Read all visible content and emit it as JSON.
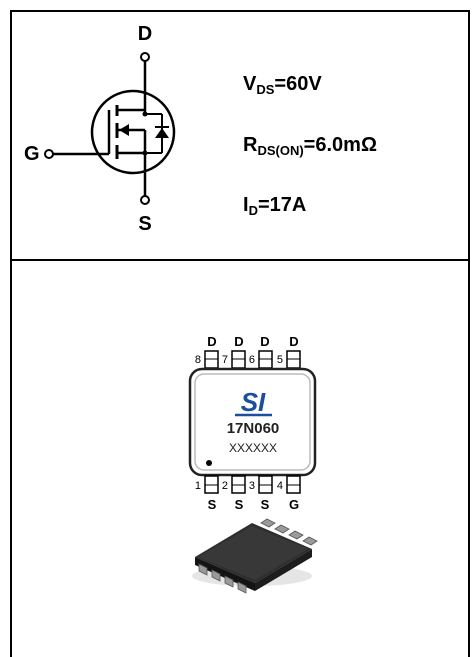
{
  "symbol": {
    "drain_label": "D",
    "gate_label": "G",
    "source_label": "S"
  },
  "specs": {
    "vds": {
      "name": "V",
      "sub": "DS",
      "value": "=60V"
    },
    "rds": {
      "name": "R",
      "sub": "DS(ON)",
      "value": "=6.0mΩ"
    },
    "id": {
      "name": "I",
      "sub": "D",
      "value": "=17A"
    }
  },
  "package": {
    "logo": "SI",
    "part_number": "17N060",
    "lot_code": "XXXXXX",
    "top_pins": [
      {
        "number": "8",
        "label": "D"
      },
      {
        "number": "7",
        "label": "D"
      },
      {
        "number": "6",
        "label": "D"
      },
      {
        "number": "5",
        "label": "D"
      }
    ],
    "bottom_pins": [
      {
        "number": "1",
        "label": "S"
      },
      {
        "number": "2",
        "label": "S"
      },
      {
        "number": "3",
        "label": "S"
      },
      {
        "number": "4",
        "label": "G"
      }
    ]
  }
}
